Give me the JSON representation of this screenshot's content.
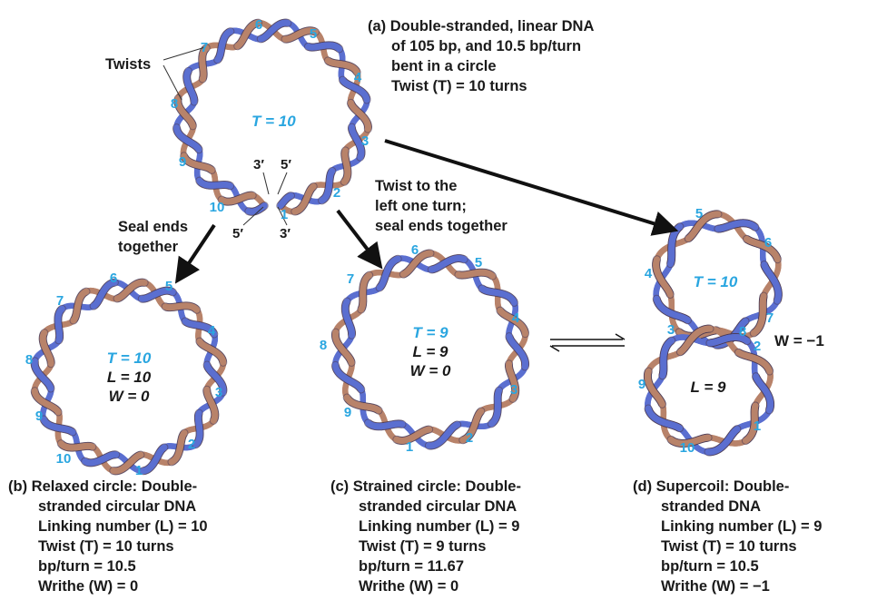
{
  "colors": {
    "strand_blue": "#5b6fd0",
    "strand_tan": "#b8836a",
    "number_blue": "#2aa6e0",
    "text": "#1a1a1a"
  },
  "panel_a": {
    "caption_lines": [
      "(a) Double-stranded, linear DNA",
      "of 105 bp, and 10.5 bp/turn",
      "bent in a circle",
      "Twist (T) = 10 turns"
    ],
    "inner_T": "T = 10",
    "twists_label": "Twists",
    "end_labels": {
      "top_left": "3′",
      "top_right": "5′",
      "bottom_left": "5′",
      "bottom_right": "3′"
    },
    "turn_numbers": [
      "1",
      "2",
      "3",
      "4",
      "5",
      "6",
      "7",
      "8",
      "9",
      "10"
    ]
  },
  "arrow_labels": {
    "seal": [
      "Seal ends",
      "together"
    ],
    "twist": [
      "Twist to the",
      "left one turn;",
      "seal ends together"
    ]
  },
  "panel_b": {
    "inner": {
      "T": "T = 10",
      "L": "L = 10",
      "W": "W = 0"
    },
    "turn_numbers": [
      "1",
      "2",
      "3",
      "4",
      "5",
      "6",
      "7",
      "8",
      "9",
      "10"
    ],
    "caption_lines": [
      "(b) Relaxed circle: Double-",
      "stranded circular DNA",
      "Linking number (L) = 10",
      "Twist (T) = 10 turns",
      "bp/turn = 10.5",
      "Writhe (W) = 0"
    ]
  },
  "panel_c": {
    "inner": {
      "T": "T = 9",
      "L": "L = 9",
      "W": "W = 0"
    },
    "turn_numbers": [
      "1",
      "2",
      "3",
      "4",
      "5",
      "6",
      "7",
      "8",
      "9"
    ],
    "caption_lines": [
      "(c) Strained circle: Double-",
      "stranded circular DNA",
      "Linking number (L) = 9",
      "Twist (T) = 9 turns",
      "bp/turn = 11.67",
      "Writhe (W) = 0"
    ]
  },
  "panel_d": {
    "inner_T": "T = 10",
    "inner_L": "L = 9",
    "writhe_label": "W = −1",
    "turn_numbers": [
      "1",
      "2",
      "3",
      "4",
      "5",
      "6",
      "7",
      "8",
      "9",
      "10"
    ],
    "caption_lines": [
      "(d) Supercoil: Double-",
      "stranded DNA",
      "Linking number (L) = 9",
      "Twist (T) = 10 turns",
      "bp/turn = 10.5",
      "Writhe (W) = −1"
    ]
  },
  "equilibrium_symbol": "⇌"
}
